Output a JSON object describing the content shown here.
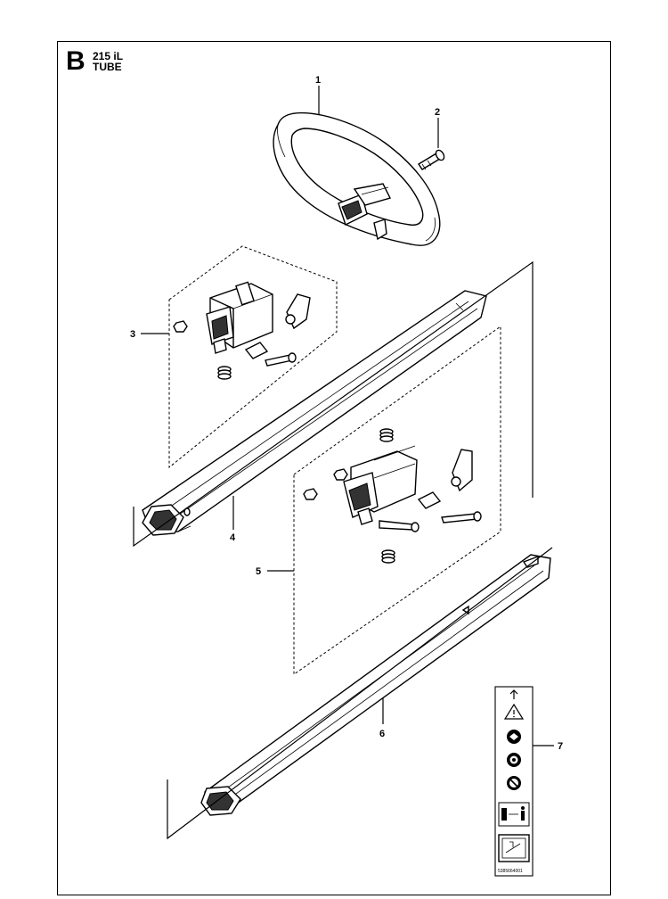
{
  "header": {
    "section_letter": "B",
    "model": "215 iL",
    "title": "TUBE"
  },
  "callouts": [
    "1",
    "2",
    "3",
    "4",
    "5",
    "6",
    "7"
  ],
  "label_code": "5385664001"
}
